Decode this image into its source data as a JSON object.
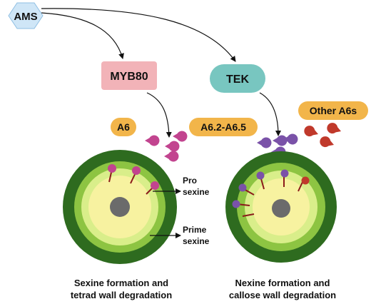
{
  "nodes": {
    "ams": "AMS",
    "myb80": "MYB80",
    "tek": "TEK",
    "a6": "A6",
    "a6_range": "A6.2-A6.5",
    "other_a6s": "Other A6s"
  },
  "annotations": {
    "pro_sexine_line1": "Pro",
    "pro_sexine_line2": "sexine",
    "prime_sexine_line1": "Prime",
    "prime_sexine_line2": "sexine"
  },
  "captions": {
    "left_line1": "Sexine formation and",
    "left_line2": "tetrad wall degradation",
    "right_line1": "Nexine formation and",
    "right_line2": "callose wall degradation"
  },
  "colors": {
    "ams_fill": "#cfe6f7",
    "myb80_fill": "#f2b3b8",
    "tek_fill": "#78c6c0",
    "a6_fill": "#f2b54a",
    "magenta_enzyme": "#c2448f",
    "purple_enzyme": "#7a52a8",
    "red_enzyme": "#c0392b",
    "outer_wall": "#2e6b1f",
    "middle_wall": "#8dc442",
    "inner_wall": "#d9ee8a",
    "cytoplasm": "#f7f2a0",
    "nucleus": "#6b6b6b",
    "spike": "#8b1a1a"
  }
}
